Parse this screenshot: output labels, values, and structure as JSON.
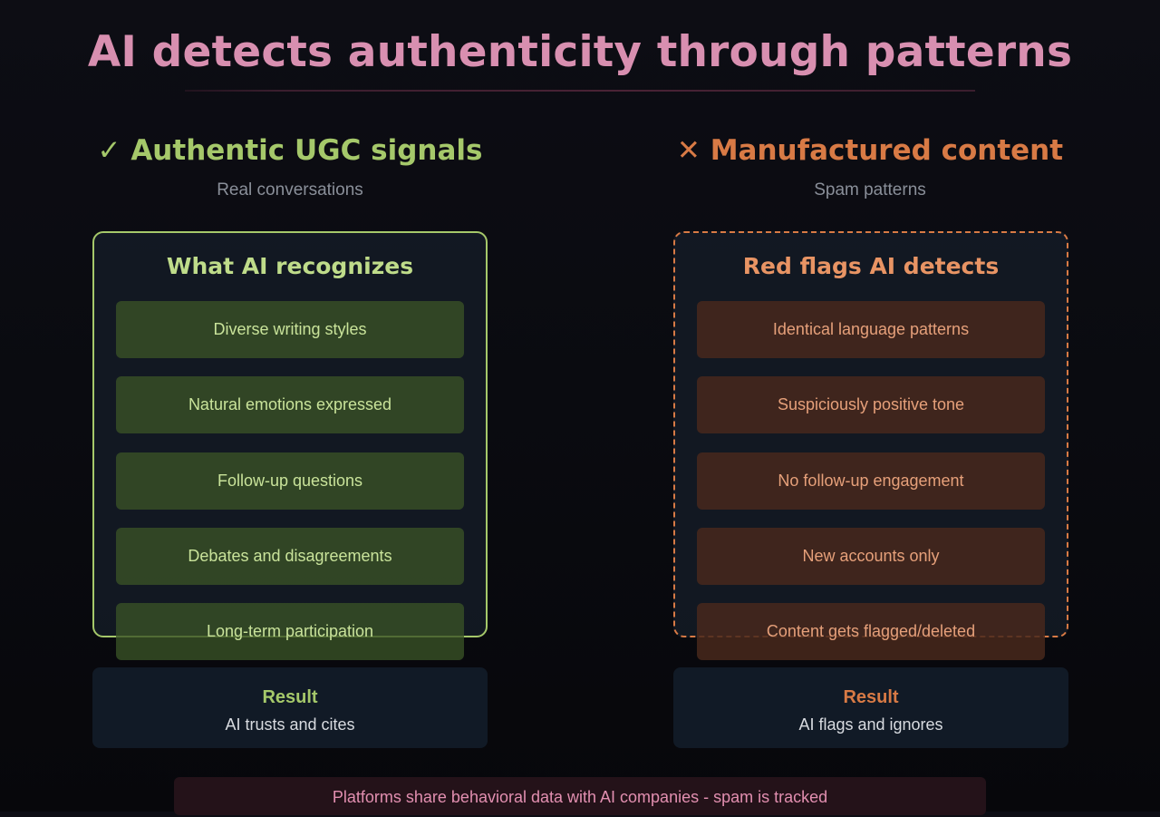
{
  "title": "AI detects authenticity through patterns",
  "left": {
    "icon": "✓",
    "heading": "Authentic UGC signals",
    "subheading": "Real conversations",
    "panel_title": "What AI recognizes",
    "items": [
      "Diverse writing styles",
      "Natural emotions expressed",
      "Follow-up questions",
      "Debates and disagreements",
      "Long-term participation"
    ],
    "result_label": "Result",
    "result_text": "AI trusts and cites"
  },
  "right": {
    "icon": "✕",
    "heading": "Manufactured content",
    "subheading": "Spam patterns",
    "panel_title": "Red flags AI detects",
    "items": [
      "Identical language patterns",
      "Suspiciously positive tone",
      "No follow-up engagement",
      "New accounts only",
      "Content gets flagged/deleted"
    ],
    "result_label": "Result",
    "result_text": "AI flags and ignores"
  },
  "footer": "Platforms share behavioral data with AI companies - spam is tracked",
  "colors": {
    "title": "#d88fb0",
    "authentic": "#a5c86a",
    "manufactured": "#d87a45",
    "background": "#0a0b10"
  }
}
